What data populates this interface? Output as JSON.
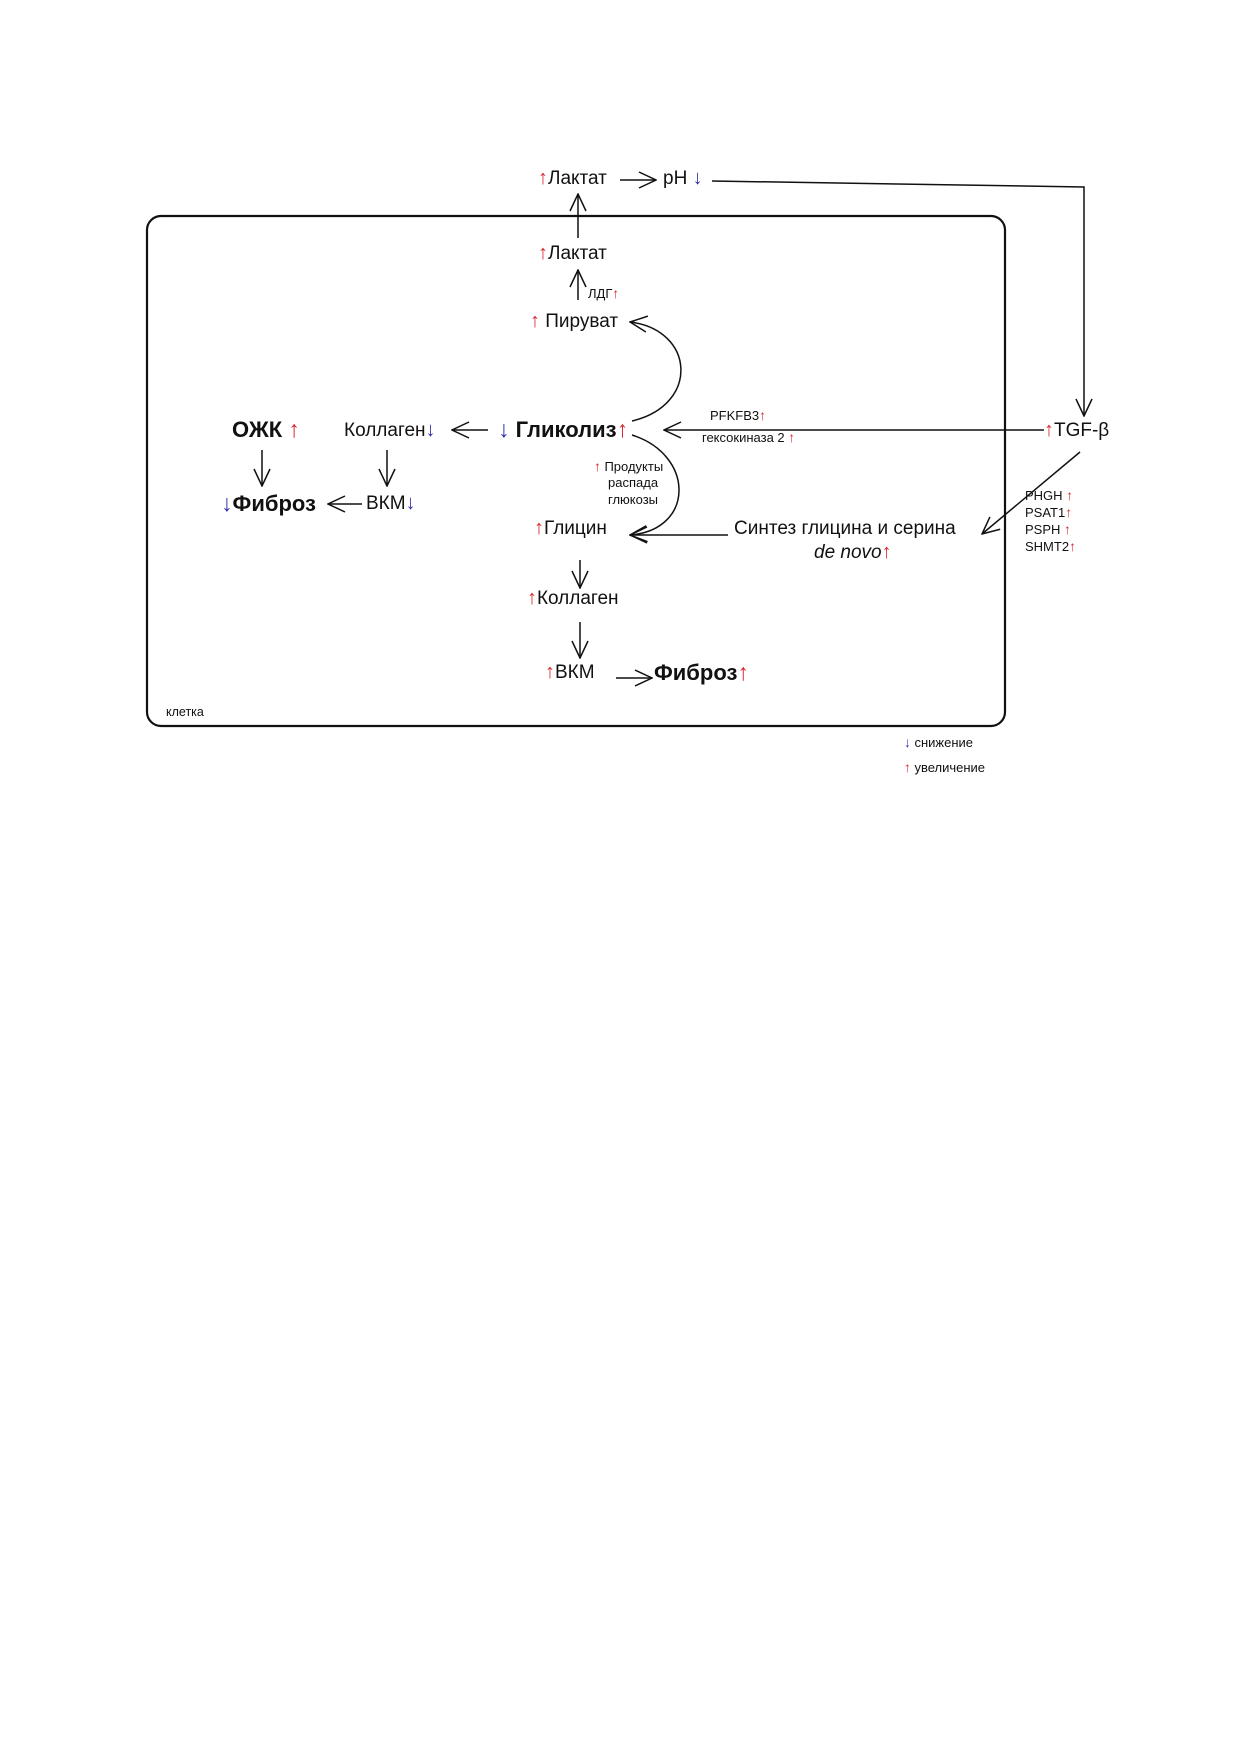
{
  "colors": {
    "increase": "#d8262e",
    "decrease": "#2f2fa8",
    "stroke": "#111111"
  },
  "icons": {
    "increase": "up-arrow-icon",
    "decrease": "down-arrow-icon"
  },
  "glyphs": {
    "up": "↑",
    "down": "↓"
  },
  "nodes": {
    "lactate_out": "Лактат",
    "ph": "pH",
    "lactate_in": "Лактат",
    "ldh": "ЛДГ",
    "pyruvate": "Пируват",
    "glycolysis": "Гликолиз",
    "collagen_left": "Коллаген",
    "ozhk": "ОЖК",
    "fibrosis_left": "Фиброз",
    "vkm_left": "ВКМ",
    "glucose_products": [
      "Продукты",
      "распада",
      "глюкозы"
    ],
    "pfkfb3": "PFKFB3",
    "hexokinase2": "гексокиназа 2",
    "tgfb": "TGF-β",
    "enzymes": [
      "PHGH",
      "PSAT1",
      "PSPH",
      "SHMT2"
    ],
    "synthesis_line1": "Синтез глицина и серина",
    "synthesis_line2": "de novo",
    "glycine": "Глицин",
    "collagen_bottom": "Коллаген",
    "vkm_bottom": "ВКМ",
    "fibrosis_bottom": "Фиброз",
    "cell": "клетка"
  },
  "legend": {
    "decrease": "снижение",
    "increase": "увеличение"
  }
}
